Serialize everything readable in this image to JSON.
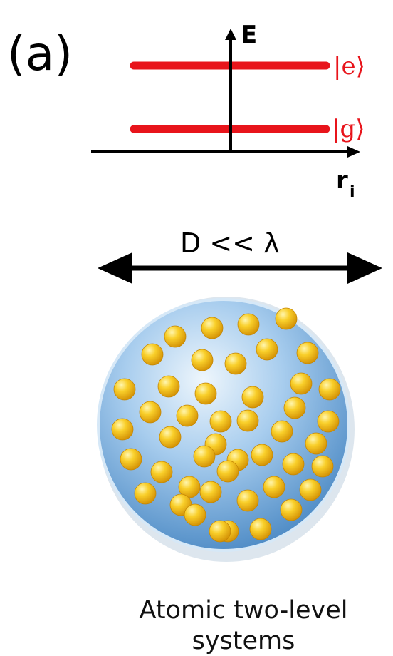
{
  "panel_label": "(a)",
  "energy_axis_label": "E",
  "position_axis_label": "r",
  "position_axis_subscript": "i",
  "levels": [
    {
      "label": "|e⟩",
      "color": "#e8141b"
    },
    {
      "label": "|g⟩",
      "color": "#e8141b"
    }
  ],
  "size_relation": "D << λ",
  "caption_lines": [
    "Atomic two-level",
    "systems"
  ],
  "colors": {
    "sphere_light": "#e6f2fb",
    "sphere_mid": "#9cc6ea",
    "sphere_dark": "#5d97cf",
    "atom_light": "#fff6b0",
    "atom_mid": "#f7c21a",
    "atom_dark": "#d99a05"
  },
  "atom_count": 46
}
